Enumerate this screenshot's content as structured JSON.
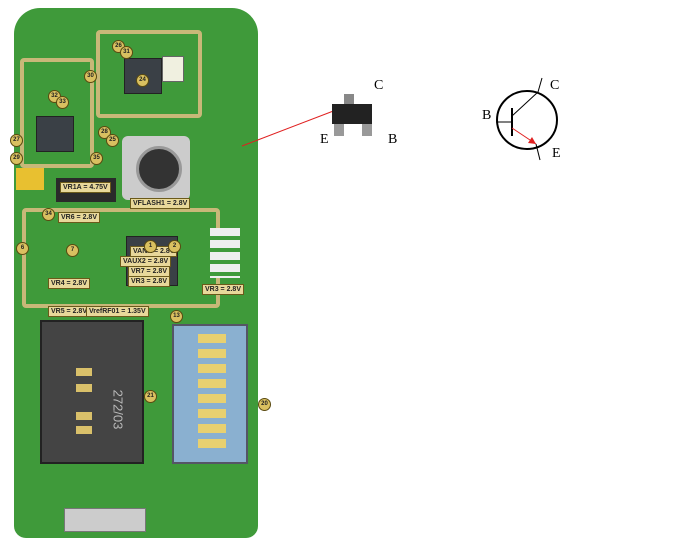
{
  "voltage_labels": {
    "vr1a": "VR1A = 4.75V",
    "vflash1": "VFLASH1 = 2.8V",
    "vr6": "VR6 = 2.8V",
    "vana": "VANA = 2.8V",
    "vaux2": "VAUX2 = 2.8V",
    "vr7": "VR7 = 2.8V",
    "vr3a": "VR3 = 2.8V",
    "vr3b": "VR3 = 2.8V",
    "vr4": "VR4 = 2.8V",
    "vr5": "VR5 = 2.8V",
    "vrefrf01": "VrefRF01 = 1.35V"
  },
  "callouts": [
    "26",
    "31",
    "30",
    "24",
    "32",
    "33",
    "27",
    "29",
    "28",
    "25",
    "35",
    "34",
    "6",
    "7",
    "1",
    "2",
    "13",
    "21",
    "20"
  ],
  "sim_text": "272/03",
  "transistor_photo": {
    "c": "C",
    "e": "E",
    "b": "B"
  },
  "transistor_symbol": {
    "c": "C",
    "b": "B",
    "e": "E"
  },
  "colors": {
    "board": "#3f9a3a",
    "shield": "#c8b878",
    "pointer": "#e02020"
  }
}
